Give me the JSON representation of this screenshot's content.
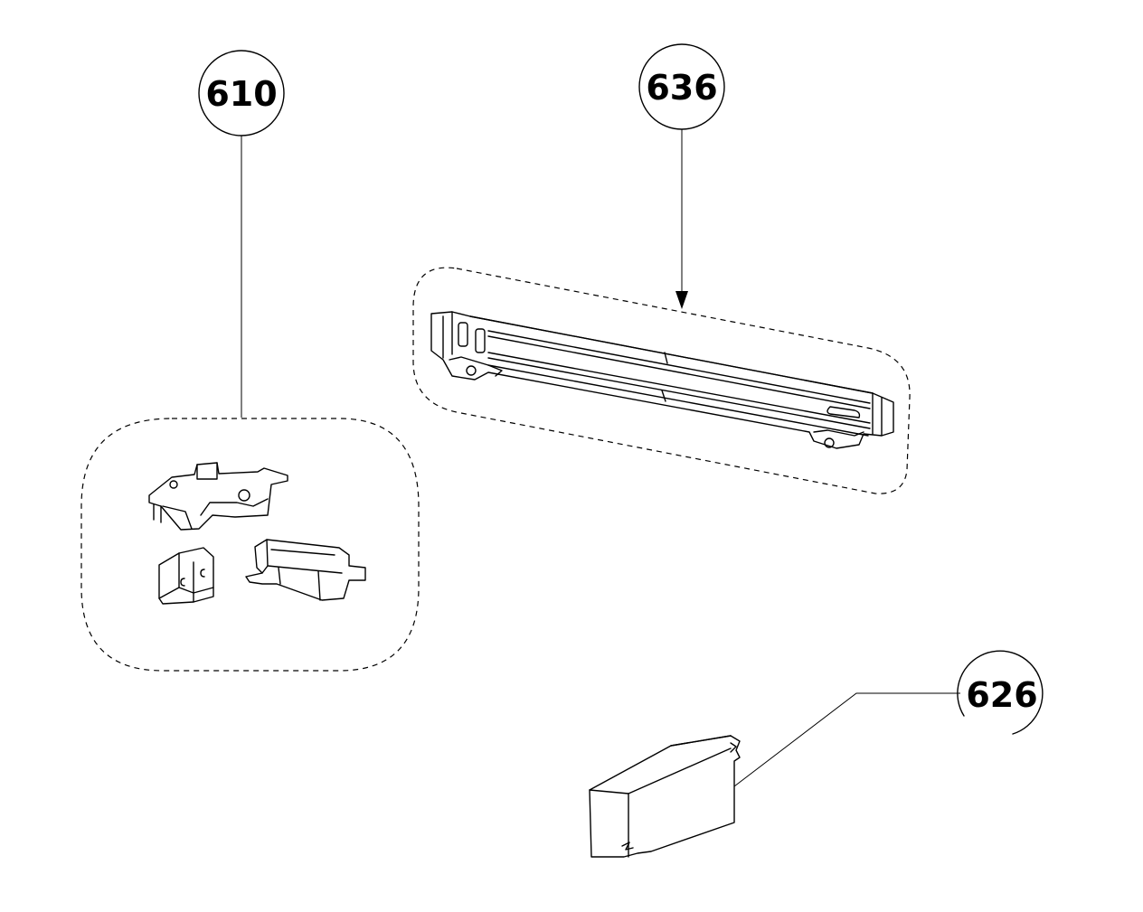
{
  "callouts": [
    {
      "id": "610",
      "label": "610"
    },
    {
      "id": "636",
      "label": "636"
    },
    {
      "id": "626",
      "label": "626"
    }
  ]
}
